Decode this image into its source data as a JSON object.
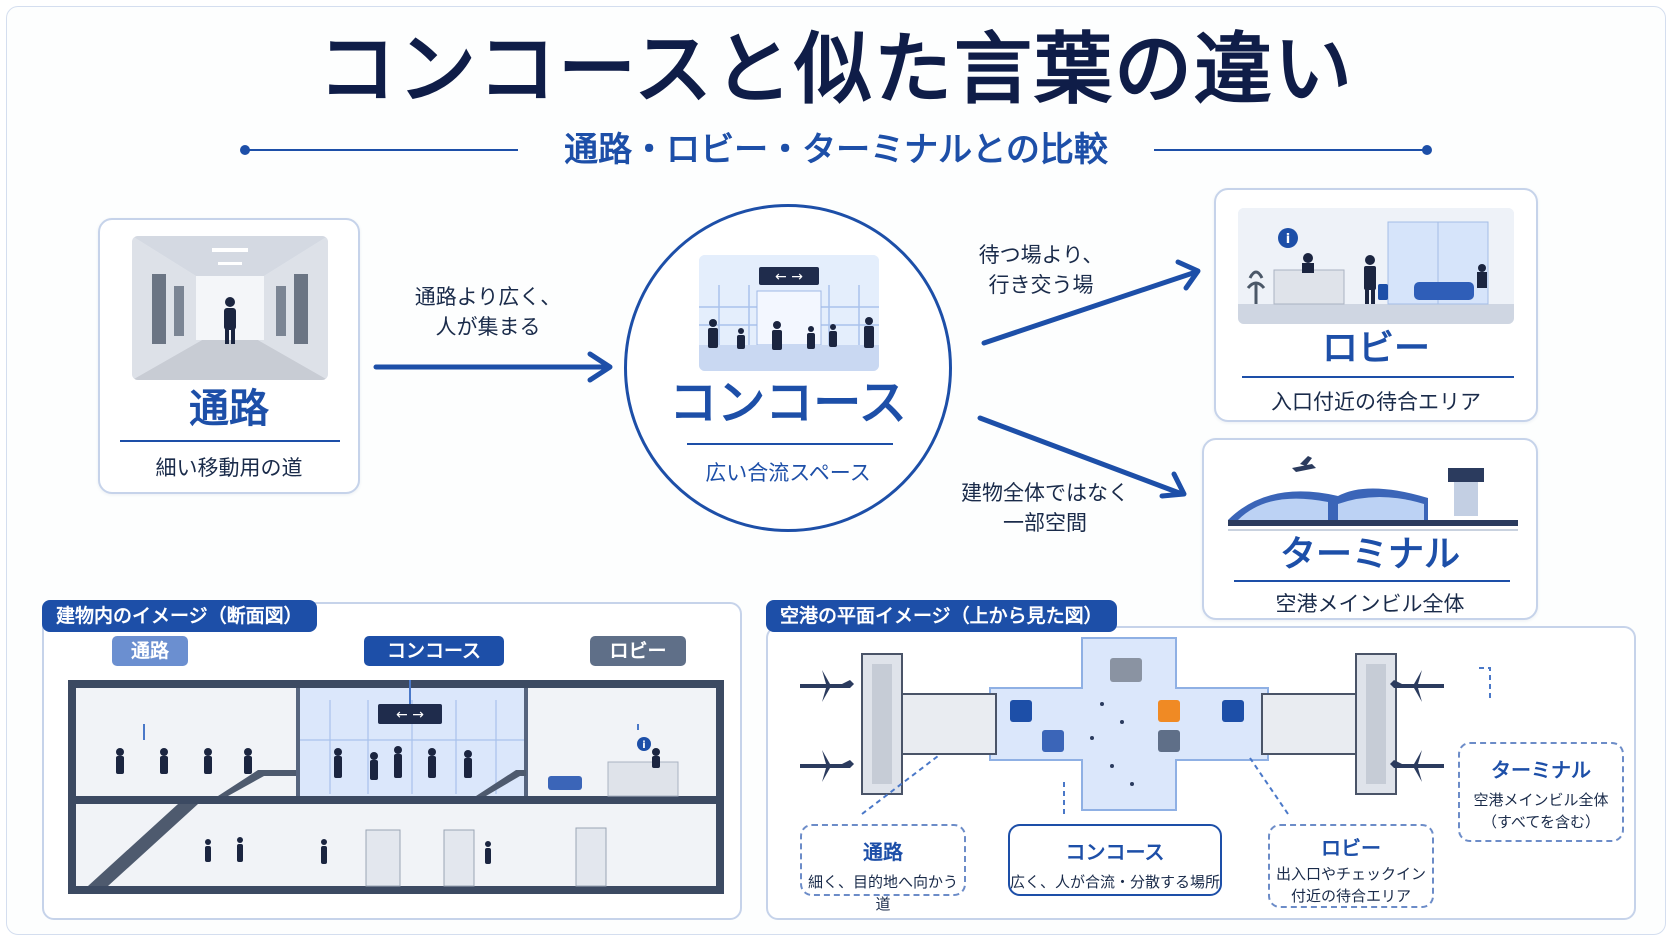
{
  "title": "コンコースと似た言葉の違い",
  "subtitle": "通路・ロビー・ターミナルとの比較",
  "passage": {
    "label": "通路",
    "desc": "細い移動用の道"
  },
  "concourse": {
    "label": "コンコース",
    "desc": "広い合流スペース"
  },
  "lobby": {
    "label": "ロビー",
    "desc": "入口付近の待合エリア"
  },
  "terminal": {
    "label": "ターミナル",
    "desc": "空港メインビル全体"
  },
  "arrows": {
    "to_concourse": [
      "通路より広く、",
      "人が集まる"
    ],
    "to_lobby": [
      "待つ場より、",
      "行き交う場"
    ],
    "to_terminal": [
      "建物全体ではなく",
      "一部空間"
    ]
  },
  "section_panel": {
    "title": "建物内のイメージ（断面図）",
    "tags": {
      "passage": "通路",
      "concourse": "コンコース",
      "lobby": "ロビー"
    }
  },
  "plan_panel": {
    "title": "空港の平面イメージ（上から見た図）",
    "callouts": {
      "passage": {
        "title": "通路",
        "desc": "細く、目的地へ向かう道"
      },
      "concourse": {
        "title": "コンコース",
        "desc": "広く、人が合流・分散する場所"
      },
      "lobby": {
        "title": "ロビー",
        "desc_line1": "出入口やチェックイン",
        "desc_line2": "付近の待合エリア"
      },
      "terminal": {
        "title": "ターミナル",
        "desc_line1": "空港メインビル全体",
        "desc_line2": "（すべてを含む）"
      }
    }
  },
  "icons": {
    "direction_sign": "left-right-arrows",
    "info": "i",
    "restroom": "restroom-icon",
    "restaurant": "fork-knife-icon",
    "locker": "lock-icon"
  },
  "colors": {
    "primary": "#1d4fa8",
    "dark": "#0f1d48",
    "highlight": "#d9e6fb",
    "border": "#c6d3ea",
    "orange": "#f08a24"
  }
}
